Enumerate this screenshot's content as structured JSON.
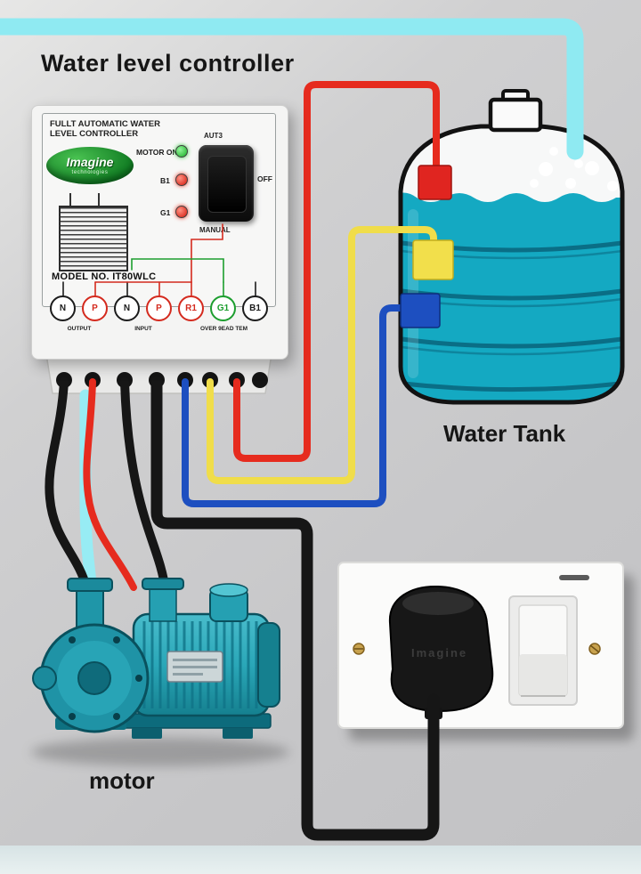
{
  "title": "Water level controller",
  "controller": {
    "heading_line1": "FULLT AUTOMATIC WATER",
    "heading_line2": "LEVEL CONTROLLER",
    "brand": "Imagine",
    "brand_sub": "technologies",
    "indicators": [
      {
        "label": "MOTOR ON",
        "color": "#2ecb3c"
      },
      {
        "label": "B1",
        "color": "#e03022"
      },
      {
        "label": "G1",
        "color": "#e03022"
      }
    ],
    "switch": {
      "top_label": "AUT3",
      "right_label": "OFF",
      "bottom_label": "MANUAL"
    },
    "model": "MODEL NO. IT80WLC",
    "terminals": [
      {
        "label": "N",
        "color": "#1c1c1c"
      },
      {
        "label": "P",
        "color": "#d42a1e"
      },
      {
        "label": "N",
        "color": "#1c1c1c"
      },
      {
        "label": "P",
        "color": "#d42a1e"
      },
      {
        "label": "R1",
        "color": "#d42a1e"
      },
      {
        "label": "G1",
        "color": "#1d9e2f"
      },
      {
        "label": "B1",
        "color": "#1c1c1c"
      }
    ],
    "terminal_groups": [
      "OUTPUT",
      "INPUT",
      "OVER 9EAD TEM"
    ]
  },
  "tank": {
    "label": "Water Tank",
    "sensor_colors": {
      "top": "#e02520",
      "middle": "#f2df4b",
      "bottom": "#1d4fc0"
    }
  },
  "motor": {
    "label": "motor"
  },
  "plug": {
    "brand": "Imagine"
  },
  "colors": {
    "background": "#c8c8ca",
    "pipe_cyan": "#8feaf2",
    "wire_red": "#e62b1e",
    "wire_yellow": "#f0dd4a",
    "wire_blue": "#1d4fc0",
    "wire_black": "#161616",
    "tank_water": "#14a9c2",
    "pump_teal": "#28a5b6"
  }
}
